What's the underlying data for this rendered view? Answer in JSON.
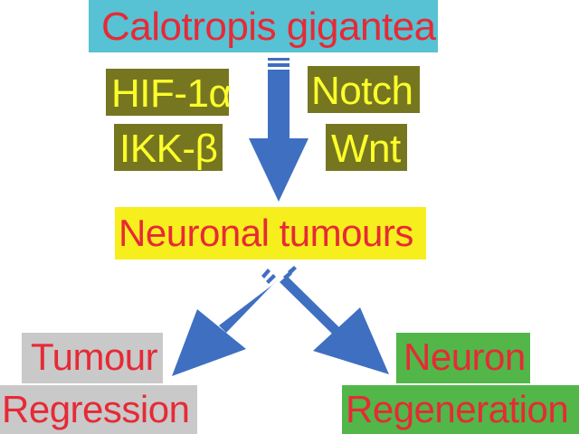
{
  "source": "Calotropis gigantea",
  "pathways": {
    "left": [
      "HIF-1α",
      "IKK-β"
    ],
    "right": [
      "Notch",
      "Wnt"
    ]
  },
  "target": "Neuronal tumours",
  "outcomes": {
    "regression": [
      "Tumour",
      "Regression"
    ],
    "regeneration": [
      "Neuron",
      "Regeneration"
    ]
  },
  "colors": {
    "title_bg": "#56c2d3",
    "pathway_bg": "#767621",
    "pathway_text": "#fbff2a",
    "target_bg": "#f7ef1d",
    "regression_bg": "#c9c9c9",
    "regeneration_bg": "#52b649",
    "label_text": "#e62a36",
    "arrow": "#3f6fc1"
  }
}
